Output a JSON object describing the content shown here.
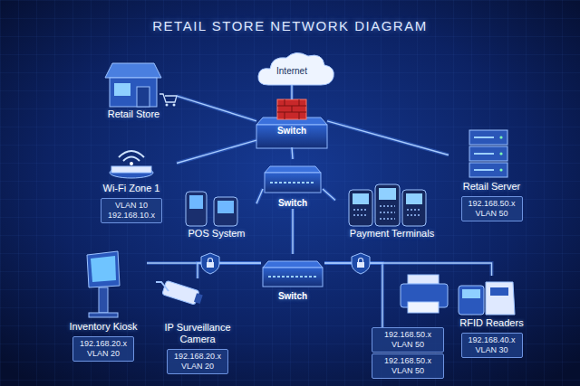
{
  "diagram": {
    "title": "RETAIL STORE NETWORK DIAGRAM",
    "nodes": [
      {
        "text": [
          "Internet"
        ]
      },
      {
        "text": [
          "Retail Store"
        ]
      },
      {
        "text": [
          "Switch"
        ]
      },
      {
        "text": [
          "Wi-Fi Zone 1",
          "VLAN 10 192.168.10.x"
        ]
      },
      {
        "text": [
          "Switch"
        ]
      },
      {
        "text": [
          "Retail Server",
          "192.168.50.x VLAN 50"
        ]
      },
      {
        "text": [
          "POS System"
        ]
      },
      {
        "text": [
          "Payment Terminals"
        ]
      },
      {
        "text": [
          "Switch"
        ]
      },
      {
        "text": [
          "Inventory Kiosk",
          "192.168.20.x VLAN 20"
        ]
      },
      {
        "text": [
          "IP Surveillance Camera",
          "192.168.20.x VLAN 20"
        ]
      },
      {
        "text": [
          "192.168.50.x VLAN 50"
        ]
      },
      {
        "text": [
          "192.168.50.x VLAN 50"
        ]
      },
      {
        "text": [
          "RFID Readers",
          "192.168.40.x VLAN 30"
        ]
      }
    ],
    "edges": [
      {
        "from": 0,
        "to": 2,
        "arrow": "none"
      },
      {
        "from": 2,
        "to": 1,
        "arrow": "none"
      },
      {
        "from": 2,
        "to": 3,
        "arrow": "none"
      },
      {
        "from": 2,
        "to": 4,
        "arrow": "none"
      },
      {
        "from": 2,
        "to": 5,
        "arrow": "none"
      },
      {
        "from": 4,
        "to": 6,
        "arrow": "none"
      },
      {
        "from": 4,
        "to": 7,
        "arrow": "none"
      },
      {
        "from": 4,
        "to": 8,
        "arrow": "none"
      },
      {
        "from": 8,
        "to": 9,
        "arrow": "none"
      },
      {
        "from": 8,
        "to": 10,
        "arrow": "none"
      },
      {
        "from": 8,
        "to": 11,
        "arrow": "none"
      },
      {
        "from": 8,
        "to": 13,
        "arrow": "none"
      }
    ]
  }
}
